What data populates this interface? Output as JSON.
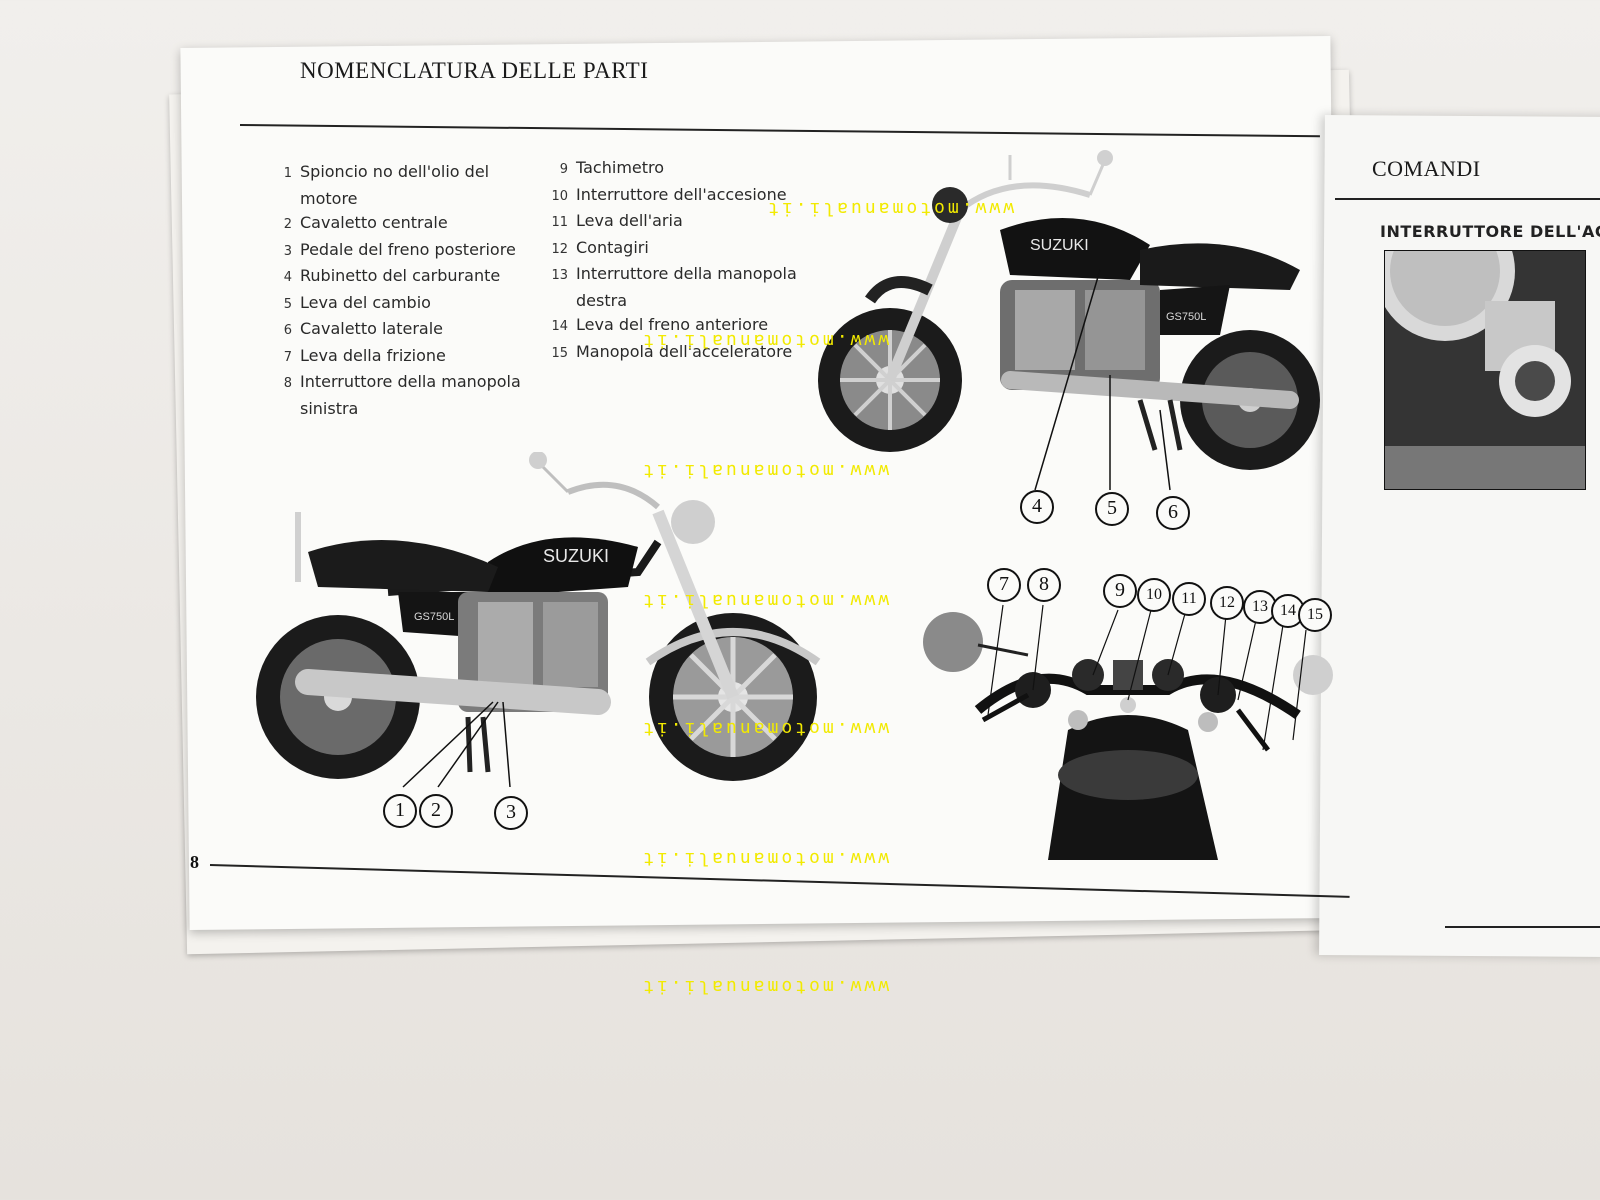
{
  "left_page": {
    "title": "NOMENCLATURA DELLE PARTI",
    "page_number": "8",
    "legend": [
      {
        "num": "1",
        "label": "Spioncio no dell'olio del",
        "cont": "motore"
      },
      {
        "num": "2",
        "label": "Cavaletto centrale"
      },
      {
        "num": "3",
        "label": "Pedale del freno posteriore"
      },
      {
        "num": "4",
        "label": "Rubinetto del carburante"
      },
      {
        "num": "5",
        "label": "Leva del cambio"
      },
      {
        "num": "6",
        "label": "Cavaletto laterale"
      },
      {
        "num": "7",
        "label": "Leva della frizione"
      },
      {
        "num": "8",
        "label": "Interruttore della manopola",
        "cont": "sinistra"
      },
      {
        "num": "9",
        "label": "Tachimetro"
      },
      {
        "num": "10",
        "label": "Interruttore dell'accesione"
      },
      {
        "num": "11",
        "label": "Leva dell'aria"
      },
      {
        "num": "12",
        "label": "Contagiri"
      },
      {
        "num": "13",
        "label": "Interruttore della manopola",
        "cont": "destra"
      },
      {
        "num": "14",
        "label": "Leva del freno anteriore"
      },
      {
        "num": "15",
        "label": "Manopola dell'acceleratore"
      }
    ],
    "brand_tank": "SUZUKI",
    "model_badge": "GS750L"
  },
  "right_page": {
    "title": "COMANDI",
    "subtitle": "INTERRUTTORE DELL'AC"
  },
  "watermark": "www.motomanuali.it"
}
